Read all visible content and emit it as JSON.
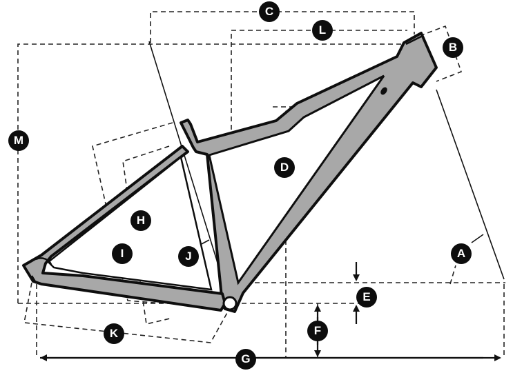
{
  "diagram": {
    "labels": {
      "a": "A",
      "b": "B",
      "c": "C",
      "d": "D",
      "e": "E",
      "f": "F",
      "g": "G",
      "h": "H",
      "i": "I",
      "j": "J",
      "k": "K",
      "l": "L",
      "m": "M"
    }
  }
}
